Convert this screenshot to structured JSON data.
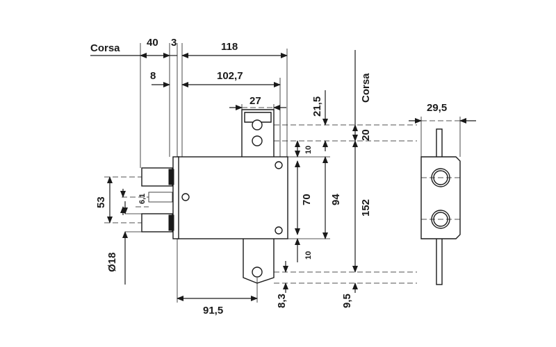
{
  "labels": {
    "corsa_top": "Corsa",
    "corsa_vertical": "Corsa",
    "dim_40": "40",
    "dim_3": "3",
    "dim_118": "118",
    "dim_8": "8",
    "dim_102_7": "102,7",
    "dim_27": "27",
    "dim_21_5": "21,5",
    "dim_20": "20",
    "dim_10_top": "10",
    "dim_70": "70",
    "dim_94": "94",
    "dim_152": "152",
    "dim_10_bottom": "10",
    "dim_8_3": "8,3",
    "dim_9_5": "9,5",
    "dim_91_5": "91,5",
    "dim_53": "53",
    "dim_6_1": "6,1",
    "dim_diam_18": "Ø18",
    "dim_29_5": "29,5"
  }
}
